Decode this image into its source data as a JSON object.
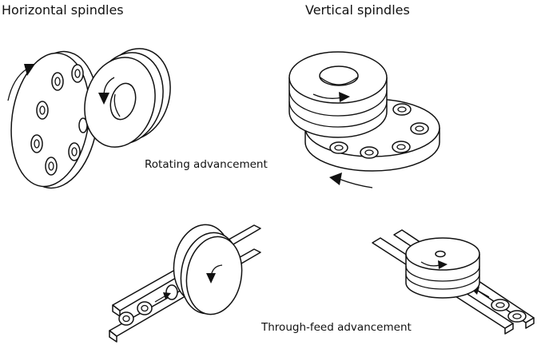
{
  "labels": {
    "horizontal_title": "Horizontal spindles",
    "vertical_title": "Vertical spindles",
    "rotating_caption": "Rotating advancement",
    "throughfeed_caption": "Through-feed advancement"
  },
  "colors": {
    "line": "#111111",
    "background": "#ffffff",
    "workpiece_highlight": "#c2405a"
  },
  "icons": [
    "rotation-arrow-icon",
    "feed-direction-arrow-icon"
  ]
}
